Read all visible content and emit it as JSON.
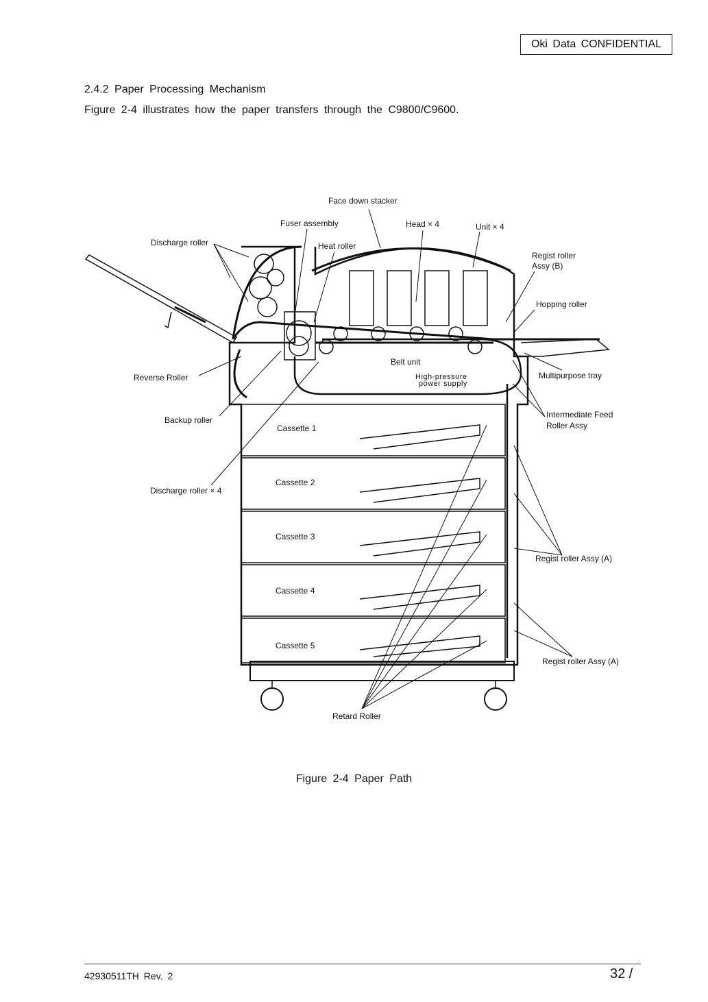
{
  "header": {
    "confidential": "Oki Data CONFIDENTIAL"
  },
  "section": {
    "heading": "2.4.2 Paper Processing Mechanism",
    "intro": "Figure 2-4 illustrates how the paper transfers through the C9800/C9600."
  },
  "figure": {
    "caption": "Figure 2-4 Paper Path",
    "labels": {
      "face_down_stacker": "Face down stacker",
      "fuser_assembly": "Fuser assembly",
      "head": "Head × 4",
      "unit": "Unit × 4",
      "discharge_roller": "Discharge roller",
      "heat_roller": "Heat roller",
      "regist_b_1": "Regist roller",
      "regist_b_2": "Assy (B)",
      "hopping_roller": "Hopping roller",
      "belt_unit": "Belt unit",
      "hp_1": "High-pressure",
      "hp_2": "power supply",
      "reverse_roller": "Reverse Roller",
      "multipurpose_tray": "Multipurpose tray",
      "inter_1": "Intermediate Feed",
      "inter_2": "Roller Assy",
      "backup_roller": "Backup roller",
      "discharge_roller_4": "Discharge roller × 4",
      "cassette_1": "Cassette 1",
      "cassette_2": "Cassette 2",
      "cassette_3": "Cassette 3",
      "cassette_4": "Cassette 4",
      "cassette_5": "Cassette 5",
      "regist_a_1": "Regist roller Assy (A)",
      "regist_a_2": "Regist roller Assy (A)",
      "retard_roller": "Retard Roller"
    }
  },
  "footer": {
    "doc_id": "42930511TH Rev. 2",
    "page": "32 /"
  }
}
